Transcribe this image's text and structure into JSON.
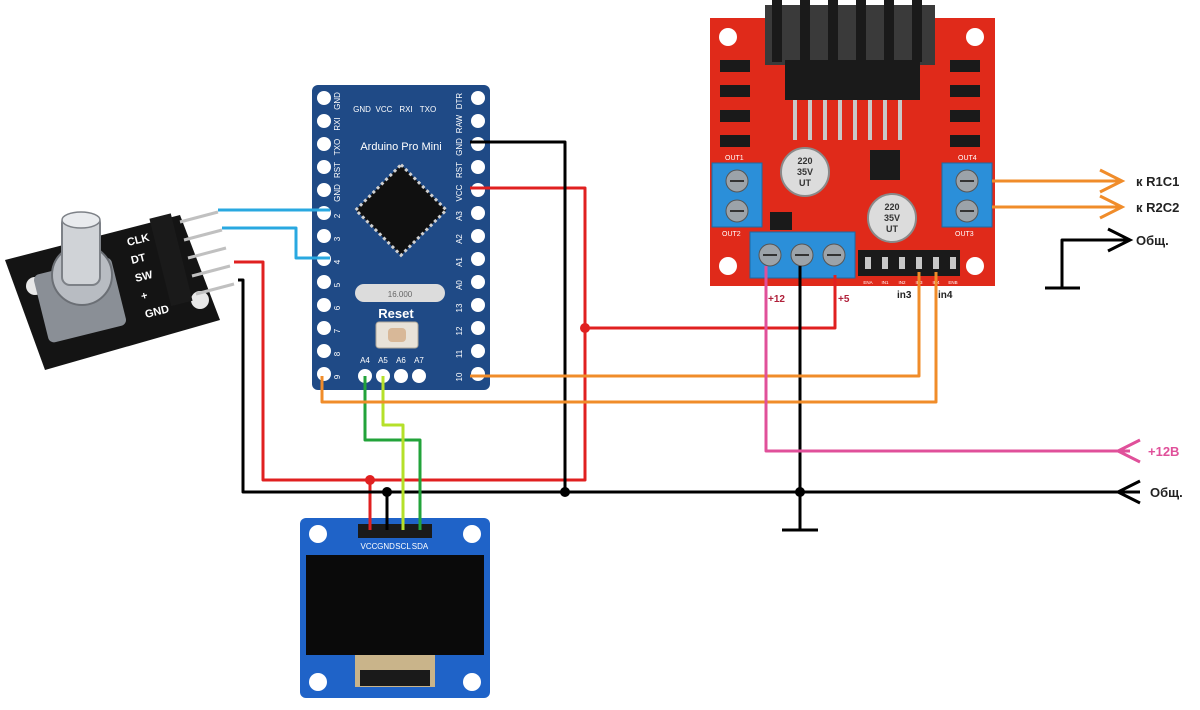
{
  "arduino": {
    "title": "Arduino Pro Mini",
    "crystal": "16.000",
    "reset_label": "Reset",
    "top_header_pins": [
      "GND",
      "VCC",
      "RXI",
      "TXO"
    ],
    "left_pins": [
      "GND",
      "RXI",
      "TXO",
      "RST",
      "GND",
      "2",
      "3",
      "4",
      "5",
      "6",
      "7",
      "8",
      "9"
    ],
    "right_pins": [
      "DTR",
      "RAW",
      "GND",
      "RST",
      "VCC",
      "A3",
      "A2",
      "A1",
      "A0",
      "13",
      "12",
      "11",
      "10"
    ],
    "bottom_pins": [
      "A4",
      "A5",
      "A6",
      "A7"
    ]
  },
  "encoder": {
    "pins": [
      "CLK",
      "DT",
      "SW",
      "+",
      "GND"
    ]
  },
  "oled": {
    "pins": [
      "VCC",
      "GND",
      "SCL",
      "SDA"
    ]
  },
  "driver": {
    "out_labels": [
      "OUT1",
      "OUT2",
      "OUT3",
      "OUT4"
    ],
    "capacitor_text": [
      "220",
      "35V",
      "UT"
    ],
    "header_pins": [
      "ENA",
      "IN1",
      "IN2",
      "IN3",
      "IN4",
      "ENB"
    ],
    "power_labels": {
      "v12": "+12",
      "v5": "+5"
    },
    "input_labels": {
      "in3": "in3",
      "in4": "in4"
    }
  },
  "external": {
    "motor1": "к R1C1",
    "motor2": "к R2C2",
    "common_top": "Общ.",
    "supply": "+12В",
    "common_bottom": "Общ."
  },
  "colors": {
    "wire_blue": "#29a8e0",
    "wire_red": "#e02020",
    "wire_black": "#000000",
    "wire_green": "#22a33a",
    "wire_yellowgreen": "#b5e02a",
    "wire_orange": "#f08c2a",
    "wire_pink": "#e0509a",
    "board_arduino": "#1f4a86",
    "board_driver": "#e02a1a",
    "board_oled": "#1f63c8",
    "terminal_blue": "#2b8fd9"
  }
}
